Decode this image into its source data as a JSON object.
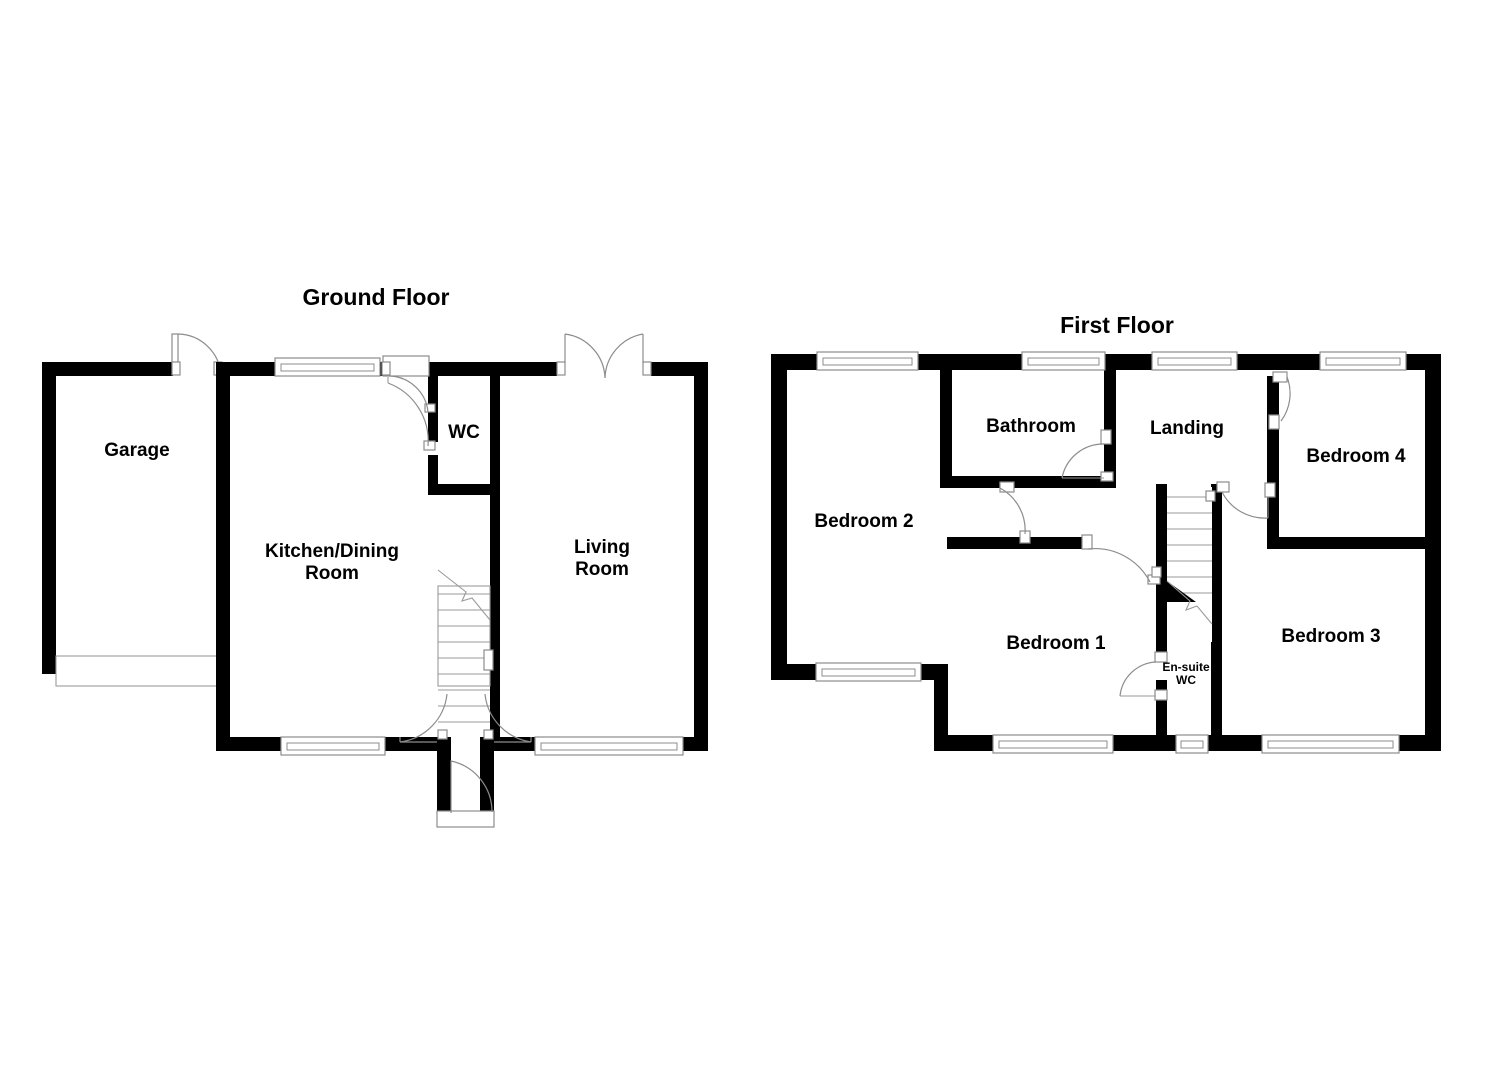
{
  "document": {
    "type": "residential-floor-plan",
    "background_color": "#ffffff",
    "wall_color": "#000000",
    "line_color": "#8c8c8c"
  },
  "floors": [
    {
      "id": "ground",
      "title": "Ground Floor",
      "rooms": [
        {
          "name": "Garage",
          "label": "Garage"
        },
        {
          "name": "Kitchen/Dining Room",
          "label_line1": "Kitchen/Dining",
          "label_line2": "Room"
        },
        {
          "name": "WC",
          "label": "WC"
        },
        {
          "name": "Living Room",
          "label_line1": "Living",
          "label_line2": "Room"
        }
      ],
      "features": {
        "stairs": "staircase-up",
        "garage_door": "up-and-over-garage-door",
        "front_door": "entrance-door",
        "french_doors": "double-doors-living-room",
        "windows": 4,
        "doors": 5
      }
    },
    {
      "id": "first",
      "title": "First Floor",
      "rooms": [
        {
          "name": "Bedroom 2",
          "label": "Bedroom 2"
        },
        {
          "name": "Bathroom",
          "label": "Bathroom"
        },
        {
          "name": "Landing",
          "label": "Landing"
        },
        {
          "name": "Bedroom 4",
          "label": "Bedroom 4"
        },
        {
          "name": "Bedroom 1",
          "label": "Bedroom 1"
        },
        {
          "name": "En-suite WC",
          "label_line1": "En-suite",
          "label_line2": "WC"
        },
        {
          "name": "Bedroom 3",
          "label": "Bedroom 3"
        }
      ],
      "features": {
        "stairs": "staircase-down",
        "windows": 8,
        "doors": 5
      }
    }
  ]
}
